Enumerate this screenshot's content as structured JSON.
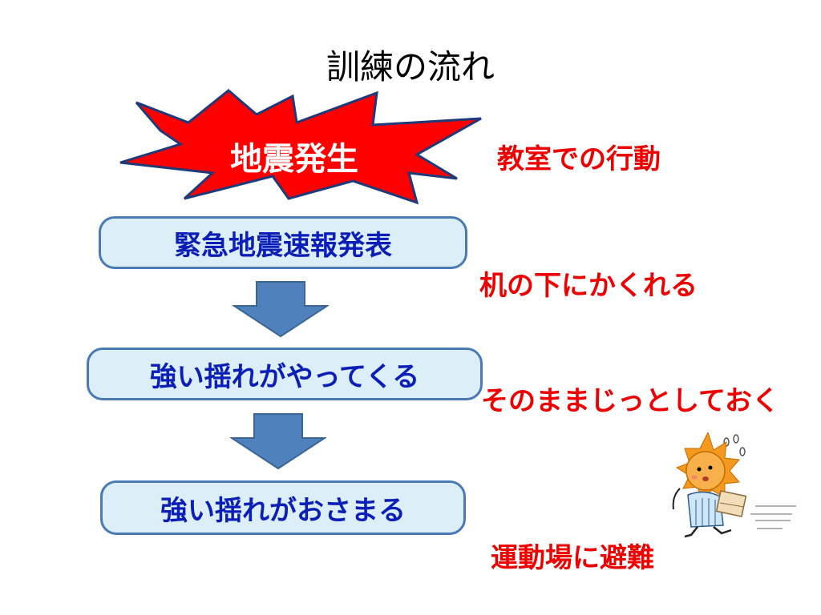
{
  "title": "訓練の流れ",
  "burst": {
    "label": "地震発生",
    "fill": "#ff0000",
    "stroke": "#1f3a7a"
  },
  "steps": [
    {
      "label": "緊急地震速報発表"
    },
    {
      "label": "強い揺れがやってくる"
    },
    {
      "label": "強い揺れがおさまる"
    }
  ],
  "actions": [
    {
      "label": "教室での行動"
    },
    {
      "label": "机の下にかくれる"
    },
    {
      "label": "そのままじっとしておく"
    },
    {
      "label": "運動場に避難"
    }
  ],
  "colors": {
    "step_fill": "#dceef8",
    "step_border": "#4a7ab5",
    "step_text": "#0b1fb8",
    "arrow_fill": "#4f81bd",
    "action_text": "#ee0000"
  },
  "icons": {
    "mascot": "sun-character-running-with-box-icon"
  }
}
